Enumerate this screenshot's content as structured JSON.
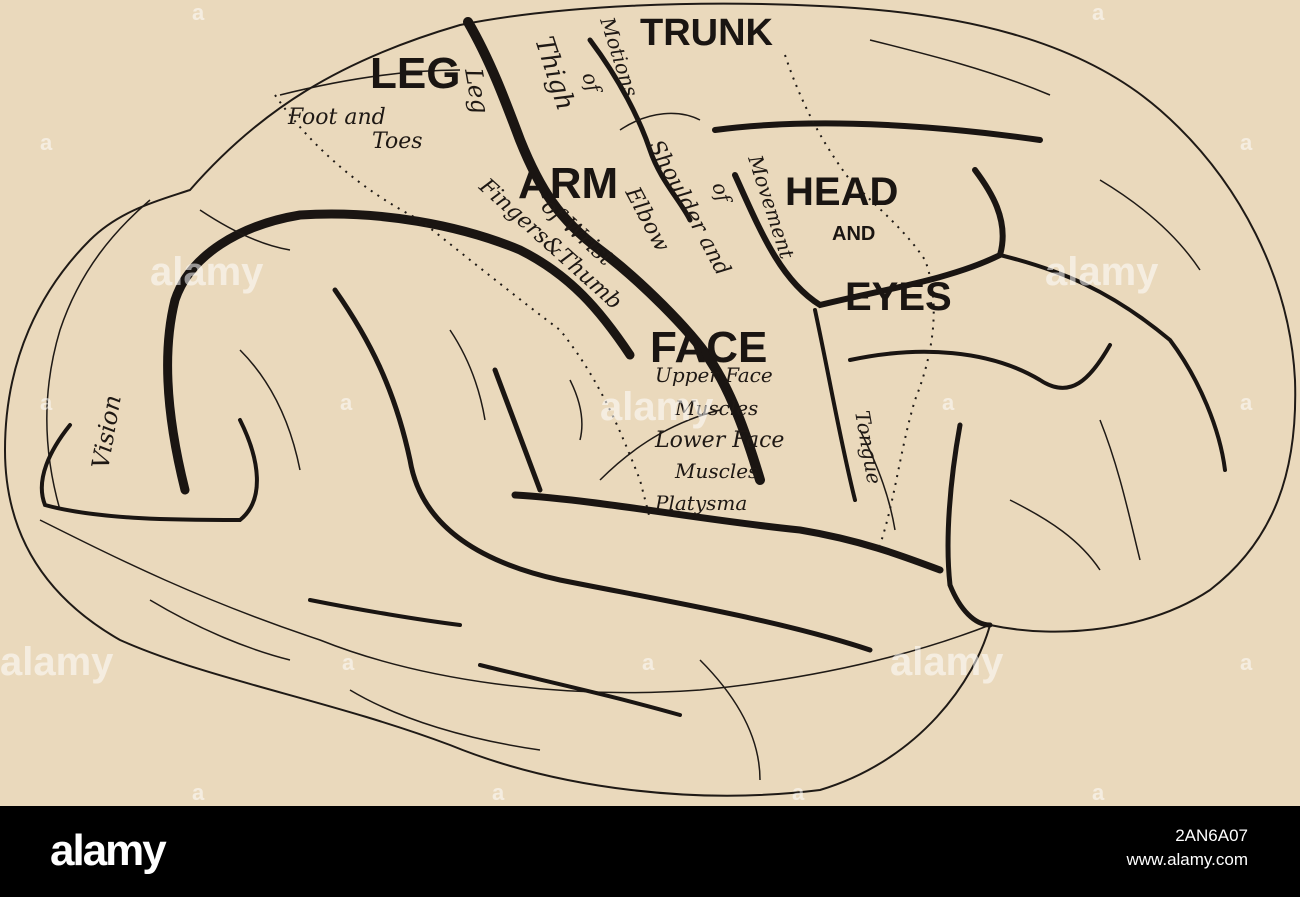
{
  "labels": {
    "leg": "LEG",
    "trunk": "TRUNK",
    "arm": "ARM",
    "head": "HEAD",
    "and": "AND",
    "eyes": "EYES",
    "face": "FACE",
    "leg_small": "Leg",
    "foot_and": "Foot and",
    "toes": "Toes",
    "motions": "Motions",
    "of_1": "of",
    "thigh": "Thigh",
    "shoulder_and": "Shoulder and",
    "elbow": "Elbow",
    "of_wrist": "of Wrist",
    "fingers_thumb": "Fingers&Thumb",
    "of_2": "of",
    "movement": "Movement",
    "upper_face": "Upper Face",
    "muscles_1": "Muscles",
    "lower_face": "Lower Face",
    "muscles_2": "Muscles",
    "platysma": "Platysma",
    "tongue": "Tongue",
    "vision": "Vision"
  },
  "watermark": {
    "text": "alamy",
    "mark": "a"
  },
  "footer": {
    "logo": "alamy",
    "image_id": "2AN6A07",
    "url": "www.alamy.com"
  },
  "colors": {
    "paper": "#ead9bc",
    "ink": "#1a1512",
    "footer_bg": "#000000"
  }
}
